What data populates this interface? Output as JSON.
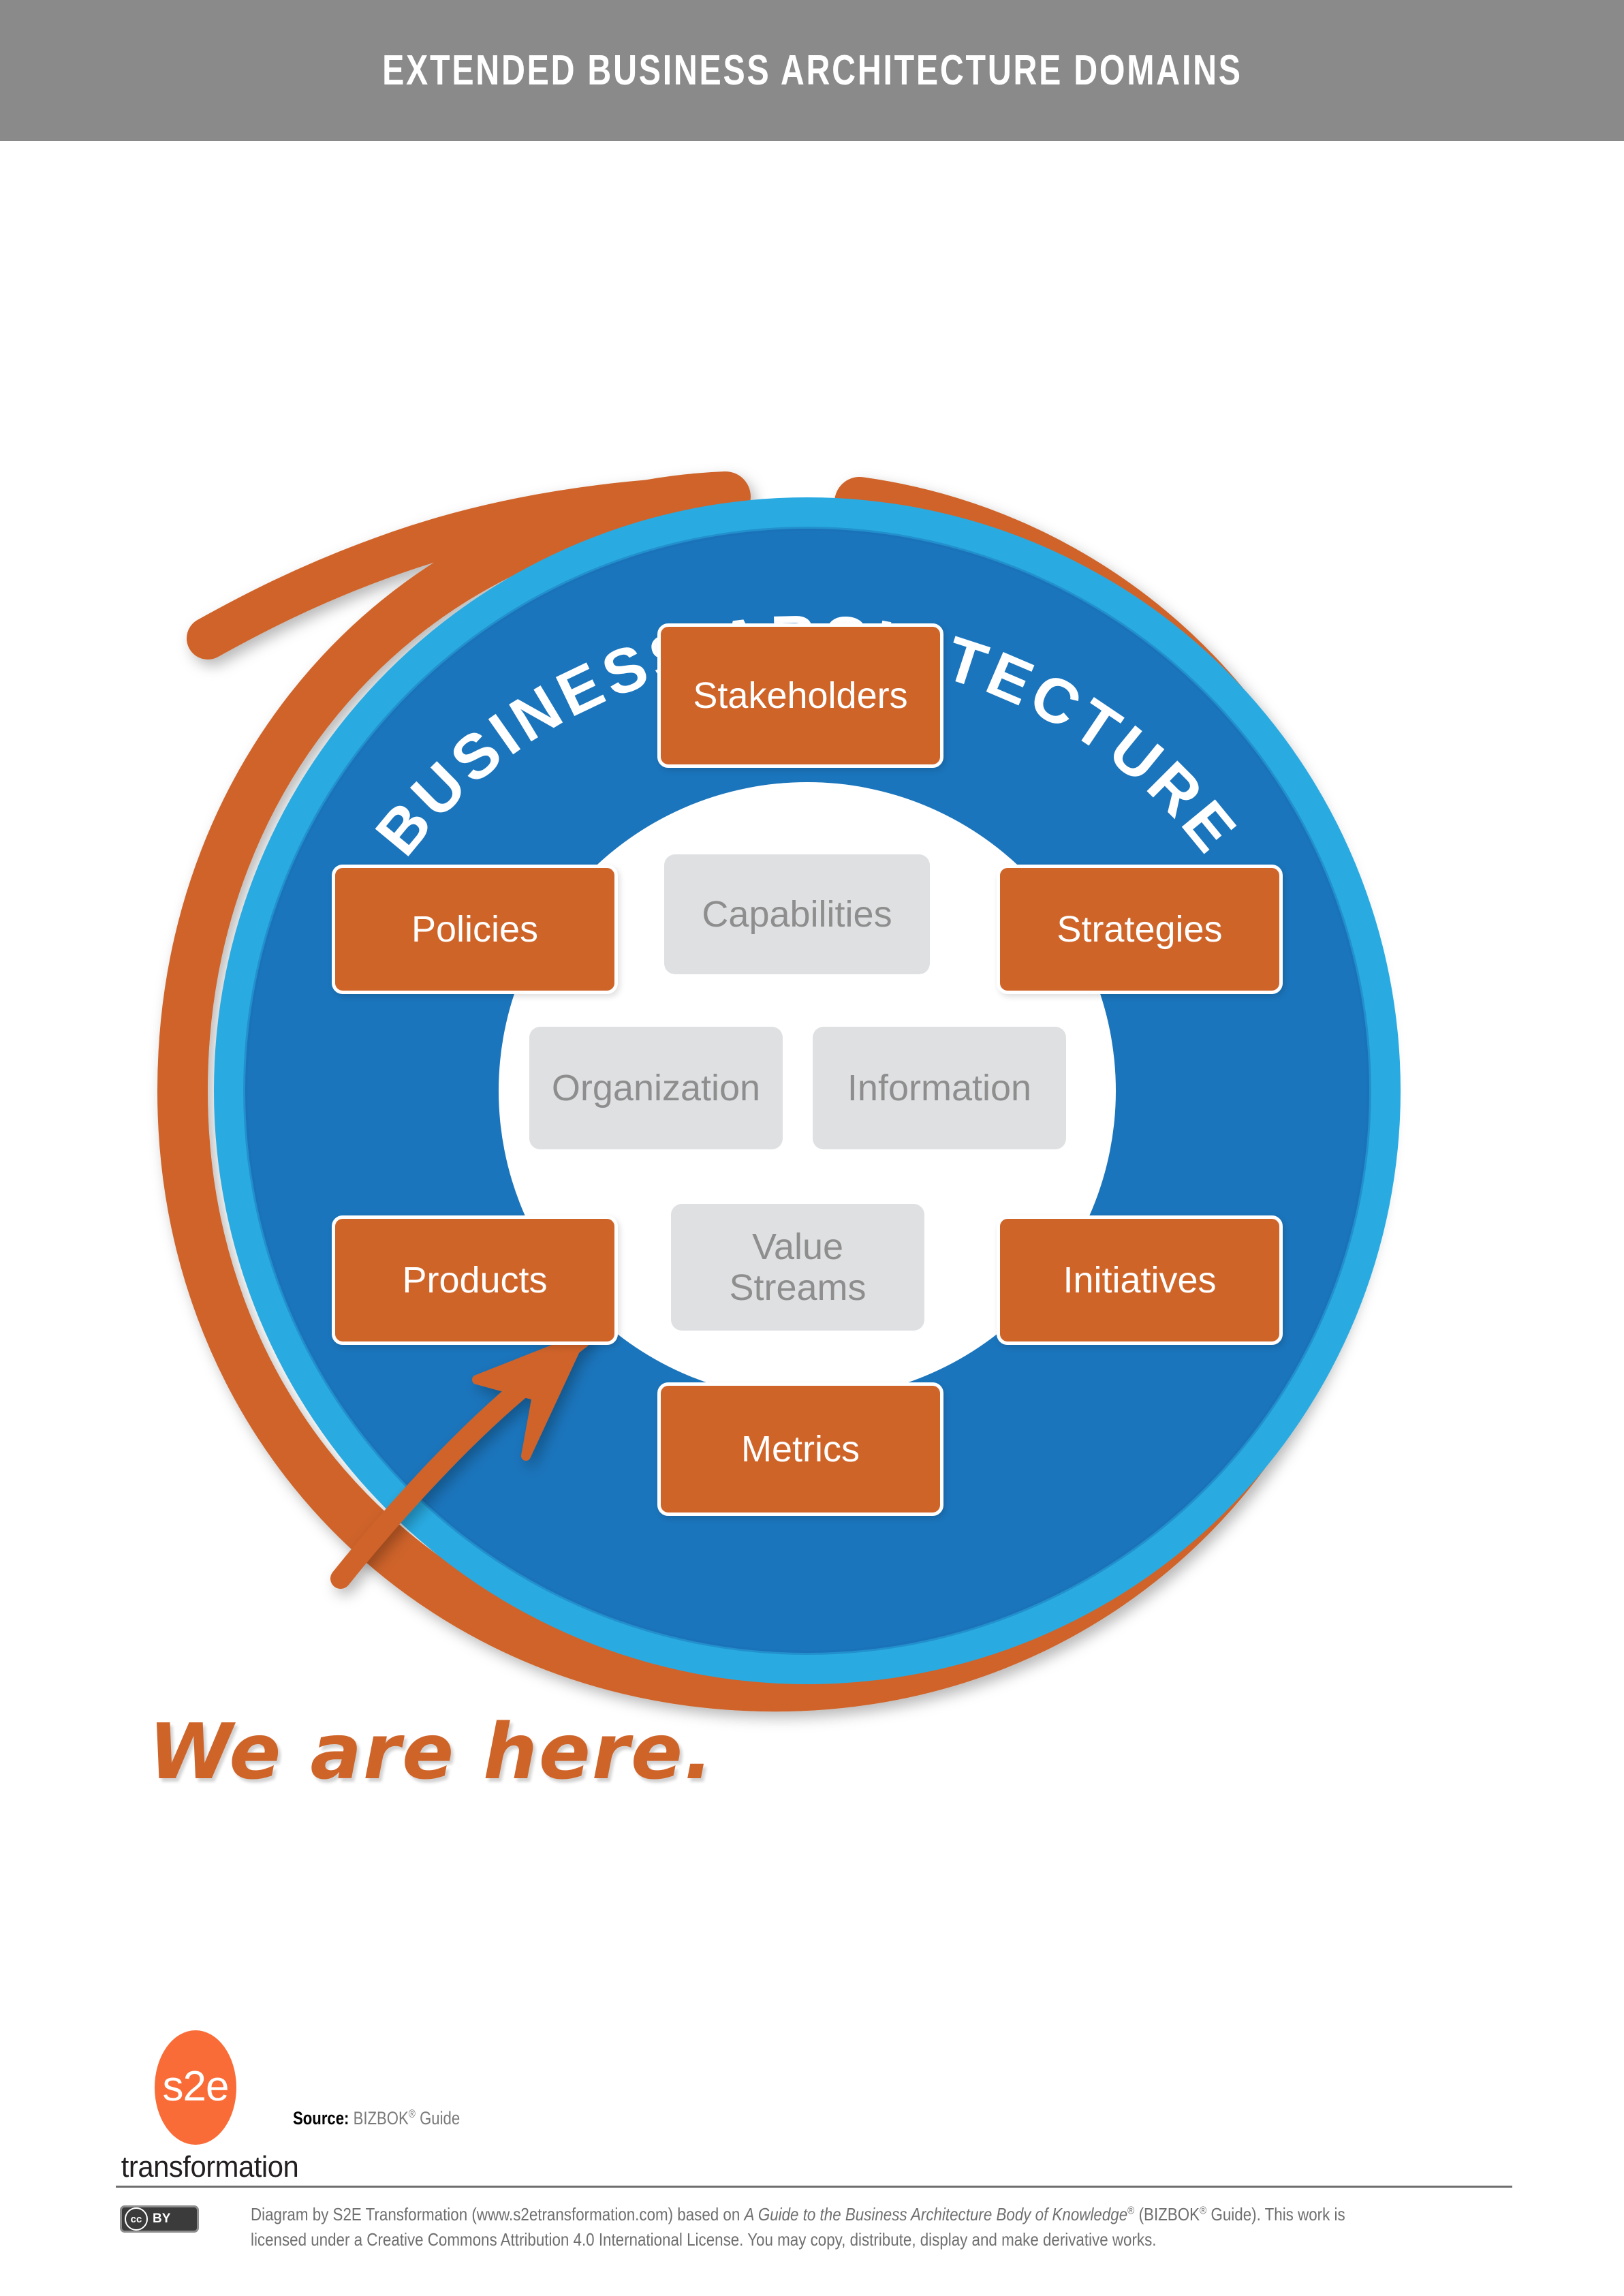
{
  "header": {
    "title": "EXTENDED BUSINESS ARCHITECTURE DOMAINS",
    "background_color": "#8a8a8a",
    "text_color": "#ffffff"
  },
  "diagram": {
    "ring_label": "BUSINESS ARCHITECTURE",
    "colors": {
      "orange": "#cf6429",
      "ring_dark_blue": "#1b75bc",
      "ring_light_blue": "#29abe2",
      "inner_white": "#ffffff",
      "grey_box": "#dfe0e2",
      "grey_box_text": "#8e8e8e"
    },
    "outer_domains": [
      {
        "id": "stakeholders",
        "label": "Stakeholders",
        "position": "top"
      },
      {
        "id": "policies",
        "label": "Policies",
        "position": "left-upper"
      },
      {
        "id": "strategies",
        "label": "Strategies",
        "position": "right-upper"
      },
      {
        "id": "products",
        "label": "Products",
        "position": "left-lower"
      },
      {
        "id": "initiatives",
        "label": "Initiatives",
        "position": "right-lower"
      },
      {
        "id": "metrics",
        "label": "Metrics",
        "position": "bottom"
      }
    ],
    "core_domains": [
      {
        "id": "capabilities",
        "label": "Capabilities",
        "position": "center-top"
      },
      {
        "id": "organization",
        "label": "Organization",
        "position": "center-left"
      },
      {
        "id": "information",
        "label": "Information",
        "position": "center-right"
      },
      {
        "id": "value-streams",
        "label": "Value Streams",
        "line1": "Value",
        "line2": "Streams",
        "position": "center-bottom"
      }
    ],
    "annotation": {
      "text": "We are here.",
      "color": "#cf6429",
      "arrow": "hand-drawn arrow pointing up-right to the highlighted outer ring"
    }
  },
  "footer": {
    "logo": {
      "mark_text": "s2e",
      "word_text": "transformation",
      "mark_color": "#f96c38"
    },
    "source_label": "Source:",
    "source_value": "BIZBOK",
    "source_value_sup": "®",
    "source_value_tail": " Guide",
    "cc_badge": {
      "cc": "cc",
      "by": "BY"
    },
    "license_line1_a": "Diagram by S2E Transformation (www.s2etransformation.com) based on ",
    "license_line1_italic": "A Guide to the Business Architecture Body of Knowledge",
    "license_line1_sup": "®",
    "license_line1_b": " (BIZBOK",
    "license_line1_sup2": "®",
    "license_line1_c": " Guide). This work is licensed under a Creative Commons Attribution 4.0 International",
    "license_line2": "License. You may copy, distribute, display and make derivative works."
  }
}
